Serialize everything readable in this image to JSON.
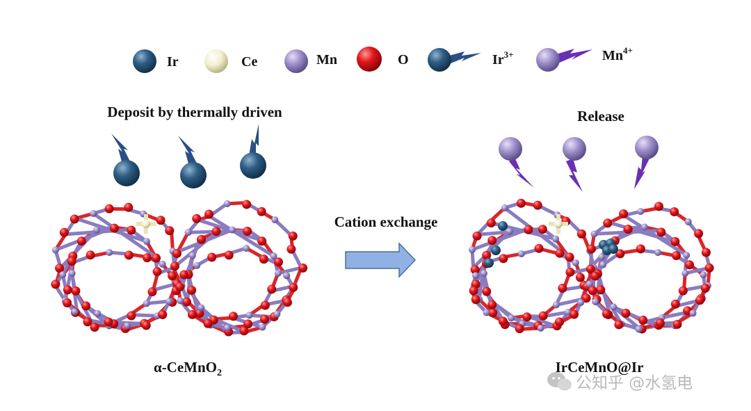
{
  "legend": {
    "ir": "Ir",
    "ce": "Ce",
    "mn": "Mn",
    "o": "O",
    "ir3_base": "Ir",
    "ir3_sup": "3+",
    "mn4_base": "Mn",
    "mn4_sup": "4+"
  },
  "labels": {
    "deposit": "Deposit by thermally driven",
    "release": "Release",
    "cation_exchange": "Cation exchange",
    "left_structure_alpha": "α-CeMnO",
    "left_structure_sub": "2",
    "right_structure": "IrCeMnO@Ir"
  },
  "watermark": "公知乎 @水氢电",
  "colors": {
    "ir": "#2f5f86",
    "ce": "#f2efcf",
    "mn": "#9d8ec9",
    "o": "#e3161b",
    "ir_tail": "#2a4f86",
    "mn_tail": "#6a2fb3",
    "arrow_fill": "#8fb1e4",
    "arrow_stroke": "#4a6e9e"
  }
}
